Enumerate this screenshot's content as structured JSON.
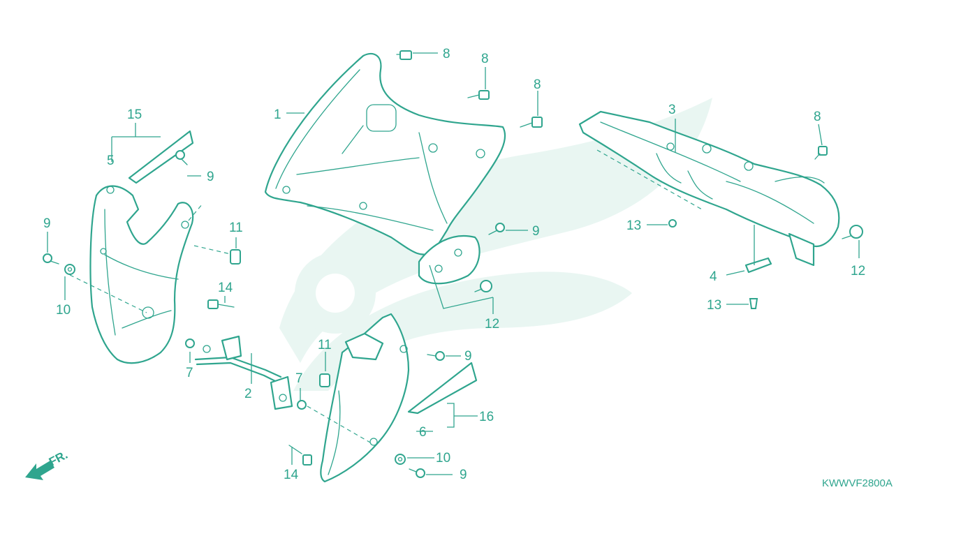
{
  "diagram": {
    "part_code": "KWWVF2800A",
    "direction_label": "FR.",
    "callouts": {
      "c1": "1",
      "c2": "2",
      "c3": "3",
      "c4": "4",
      "c5": "5",
      "c6": "6",
      "c7a": "7",
      "c7b": "7",
      "c8a": "8",
      "c8b": "8",
      "c8c": "8",
      "c8d": "8",
      "c9a": "9",
      "c9b": "9",
      "c9c": "9",
      "c9d": "9",
      "c9e": "9",
      "c10a": "10",
      "c10b": "10",
      "c11a": "11",
      "c11b": "11",
      "c12a": "12",
      "c12b": "12",
      "c13a": "13",
      "c13b": "13",
      "c14a": "14",
      "c14b": "14",
      "c15": "15",
      "c16": "16"
    },
    "colors": {
      "line": "#2fa58e",
      "watermark": "#e9f6f2",
      "background": "#ffffff"
    }
  }
}
